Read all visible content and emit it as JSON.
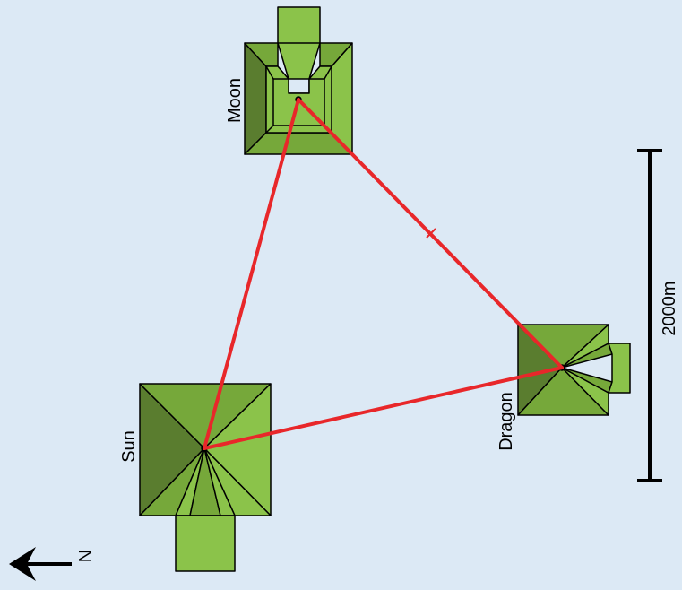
{
  "colors": {
    "background": "#dce9f5",
    "roof_light": "#8bc34a",
    "roof_mid": "#76a83a",
    "roof_dark": "#5a7d2f",
    "outline": "#000000",
    "triangle_line": "#e8272a"
  },
  "pyramids": [
    {
      "label": "Moon"
    },
    {
      "label": "Sun"
    },
    {
      "label": "Dragon"
    }
  ],
  "scale": {
    "label": "2000m"
  },
  "compass": {
    "label": "N",
    "icon": "north-arrow-icon"
  }
}
